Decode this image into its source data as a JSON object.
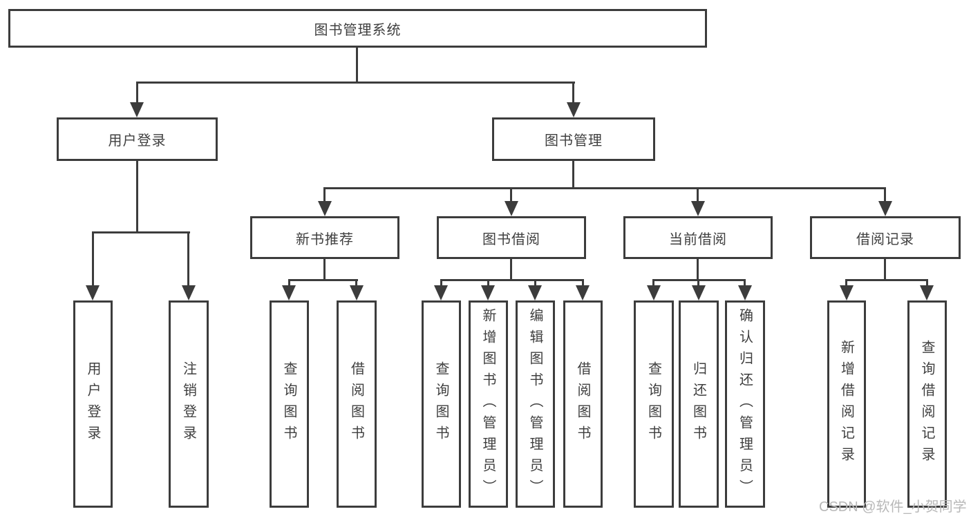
{
  "diagram": {
    "root": {
      "label": "图书管理系统"
    },
    "level2": [
      {
        "label": "用户登录"
      },
      {
        "label": "图书管理"
      }
    ],
    "level3": [
      {
        "label": "新书推荐"
      },
      {
        "label": "图书借阅"
      },
      {
        "label": "当前借阅"
      },
      {
        "label": "借阅记录"
      }
    ],
    "leaves": {
      "user_login": [
        "用户登录",
        "注销登录"
      ],
      "new_book": [
        "查询图书",
        "借阅图书"
      ],
      "book_borrow": [
        "查询图书",
        "新增图书（管理员）",
        "编辑图书（管理员）",
        "借阅图书"
      ],
      "current_borrow": [
        "查询图书",
        "归还图书",
        "确认归还（管理员）"
      ],
      "borrow_record": [
        "新增借阅记录",
        "查询借阅记录"
      ]
    }
  },
  "watermark": {
    "text": "CSDN @软件_小贺同学",
    "color": "#b8b8b8"
  },
  "colors": {
    "line": "#3c3c3c",
    "box_border": "#3c3c3c",
    "box_background": "#ffffff",
    "text": "#3f3f3f",
    "background": "#ffffff"
  }
}
